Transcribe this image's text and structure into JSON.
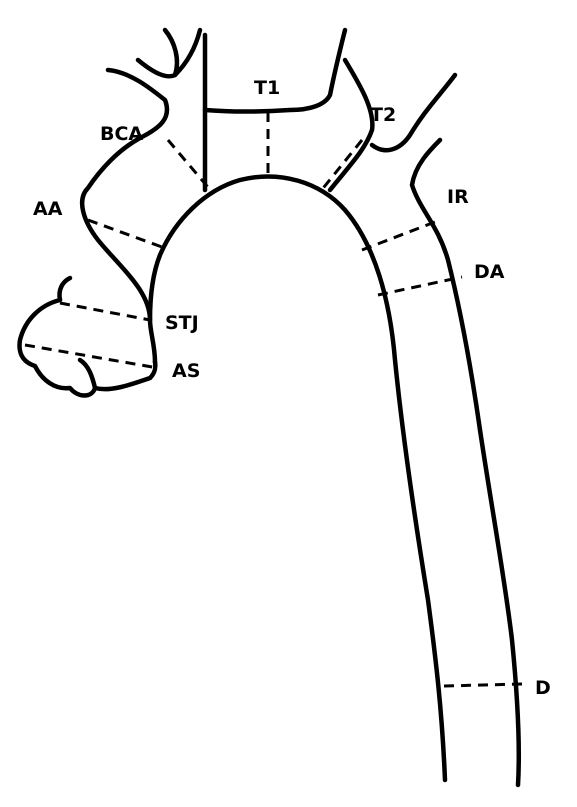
{
  "diagram": {
    "labels": {
      "t1": "T1",
      "t2": "T2",
      "bca": "BCA",
      "aa": "AA",
      "ir": "IR",
      "da": "DA",
      "stj": "STJ",
      "as": "AS",
      "d": "D"
    },
    "colors": {
      "stroke": "#000000",
      "background": "#ffffff"
    }
  }
}
